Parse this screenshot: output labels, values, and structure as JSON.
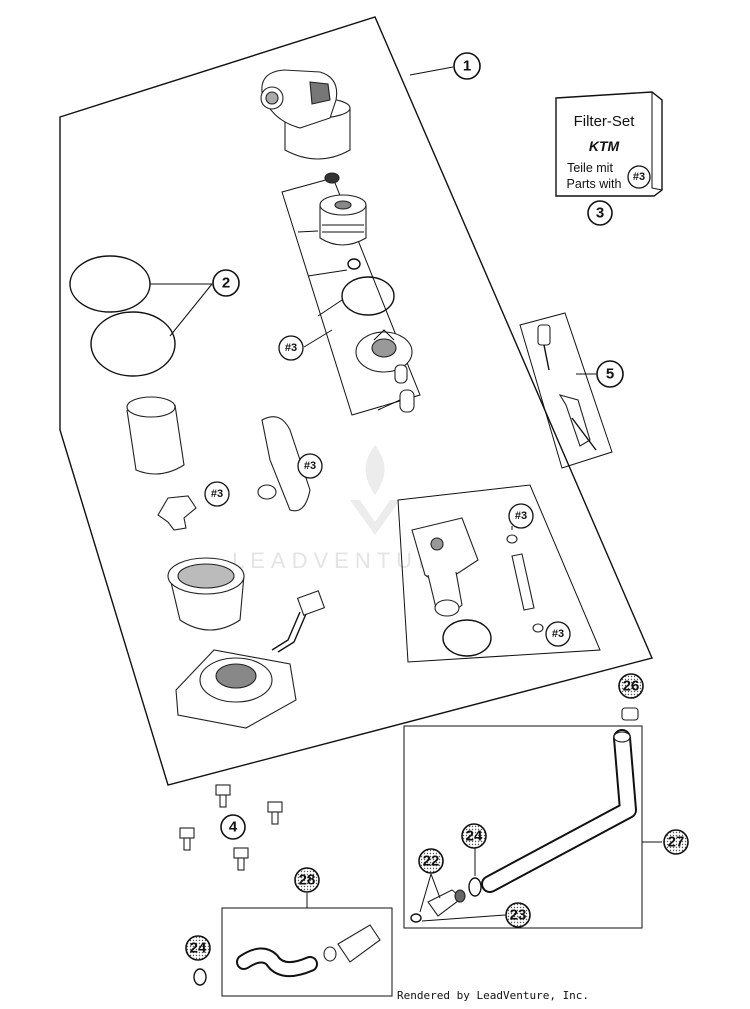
{
  "callouts": {
    "c1": "1",
    "c2": "2",
    "c3": "3",
    "c4": "4",
    "c5": "5",
    "c22": "22",
    "c23": "23",
    "c24a": "24",
    "c24b": "24",
    "c26": "26",
    "c27": "27",
    "c28": "28"
  },
  "refs": {
    "label": "#3"
  },
  "filter_box": {
    "title": "Filter-Set",
    "brand": "KTM",
    "line1": "Teile mit",
    "line2": "Parts with",
    "tag": "#3"
  },
  "watermark": "LEADVENTURE",
  "credit": "Rendered by LeadVenture, Inc.",
  "colors": {
    "ink": "#111111",
    "watermark": "#e4e4e4",
    "part_fill": "#ffffff",
    "part_shade": "#9a9a9a"
  }
}
